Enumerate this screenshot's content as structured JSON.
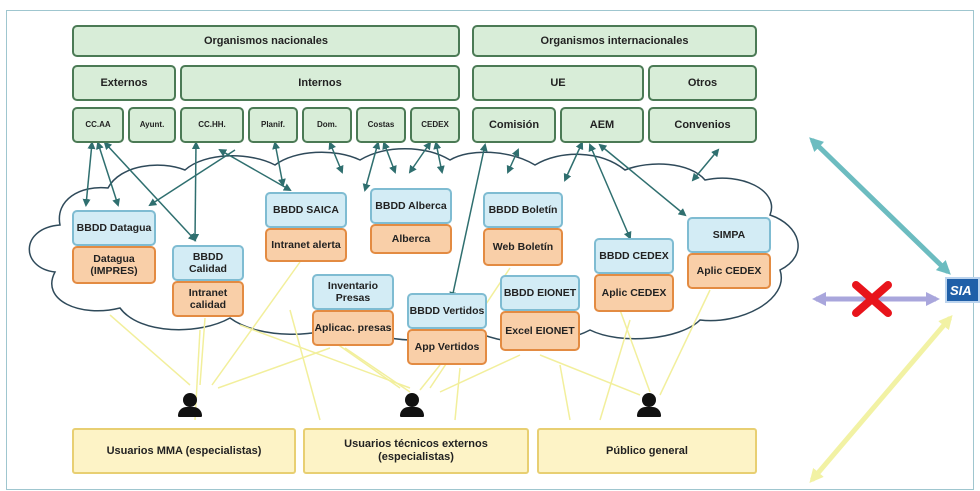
{
  "top": {
    "nacionales": "Organismos nacionales",
    "internacionales": "Organismos internacionales",
    "externos": "Externos",
    "internos": "Internos",
    "ue": "UE",
    "otros": "Otros",
    "ccaa": "CC.AA",
    "ayunt": "Ayunt.",
    "cchh": "CC.HH.",
    "planif": "Planif.",
    "dom": "Dom.",
    "costas": "Costas",
    "cedex": "CEDEX",
    "comision": "Comisión",
    "aem": "AEM",
    "convenios": "Convenios"
  },
  "systems": {
    "datagua_db": "BBDD Datagua",
    "datagua_app": "Datagua (IMPRES)",
    "calidad_db": "BBDD Calidad",
    "calidad_app": "Intranet calidad",
    "saica_db": "BBDD SAICA",
    "saica_app": "Intranet alerta",
    "alberca_db": "BBDD Alberca",
    "alberca_app": "Alberca",
    "presas_db": "Inventario Presas",
    "presas_app": "Aplicac. presas",
    "vertidos_db": "BBDD Vertidos",
    "vertidos_app": "App Vertidos",
    "boletin_db": "BBDD Boletín",
    "boletin_app": "Web Boletín",
    "eionet_db": "BBDD EIONET",
    "eionet_app": "Excel EIONET",
    "cedex_db": "BBDD CEDEX",
    "cedex_app": "Aplic CEDEX",
    "simpa_db": "SIMPA",
    "simpa_app": "Aplic CEDEX"
  },
  "users": {
    "mma": "Usuarios MMA (especialistas)",
    "tecnicos": "Usuarios técnicos externos (especialistas)",
    "publico": "Público general"
  },
  "logo_text": "SIA",
  "colors": {
    "green_fill": "#d8edd8",
    "blue_fill": "#d3ecf5",
    "orange_fill": "#f9cfa8",
    "yellow_fill": "#fdf3c6",
    "cross": "#e8141b",
    "arrow_teal": "#6cbcc0",
    "arrow_purple": "#a9a6dc",
    "arrow_yellow": "#f2f2a4"
  },
  "icons": [
    "person-icon",
    "cross-icon",
    "double-arrow-icon"
  ]
}
